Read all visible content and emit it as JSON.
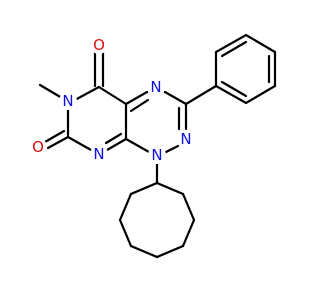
{
  "molecule": {
    "atoms": {
      "o_top": {
        "symbol": "O",
        "color": "#e01010"
      },
      "o_left": {
        "symbol": "O",
        "color": "#e01010"
      },
      "n6": {
        "symbol": "N",
        "color": "#1010e0"
      },
      "n4": {
        "symbol": "N",
        "color": "#1010e0"
      },
      "n2": {
        "symbol": "N",
        "color": "#1010e0"
      },
      "n8": {
        "symbol": "N",
        "color": "#1010e0"
      },
      "n1": {
        "symbol": "N",
        "color": "#1010e0"
      }
    },
    "bond_color": "#000000"
  }
}
